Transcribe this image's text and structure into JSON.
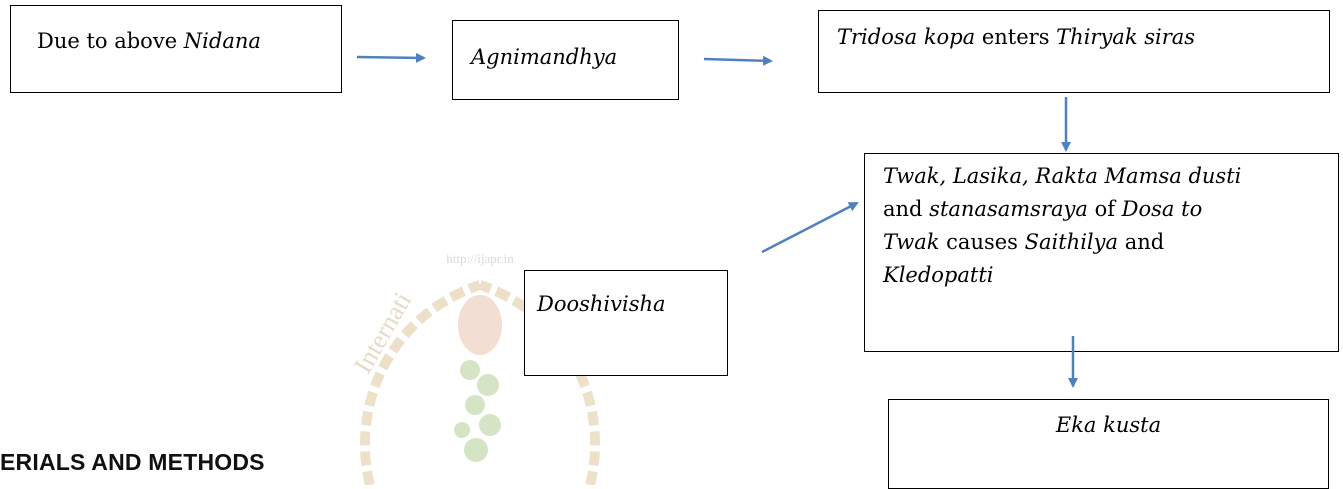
{
  "watermark": {
    "url": "http://ijapr.in",
    "ring_text": "International Journal of Ayurveda and Pharma Research"
  },
  "flow": {
    "box1": {
      "text": "Due to above ",
      "term": "Nidana"
    },
    "box2": {
      "term": "Agnimandhya"
    },
    "box3": {
      "term1": "Tridosa kopa",
      "mid": " enters ",
      "term2": "Thiryak siras"
    },
    "box4": {
      "term": "Dooshivisha"
    },
    "box5": {
      "t1": "Twak, Lasika, Rakta Mamsa dusti",
      "t2": " and ",
      "t3": "stanasamsraya",
      "t4": " of ",
      "t5": "Dosa to",
      "t6": "Twak",
      "t7": " causes ",
      "t8": "Saithilya",
      "t9": " and",
      "t10": "Kledopatti"
    },
    "box6": {
      "term": "Eka kusta"
    }
  },
  "section_heading": "ERIALS AND METHODS",
  "colors": {
    "arrow": "#4f81bd",
    "wreath": "#c8a25a",
    "leaf": "#7fae4a"
  }
}
